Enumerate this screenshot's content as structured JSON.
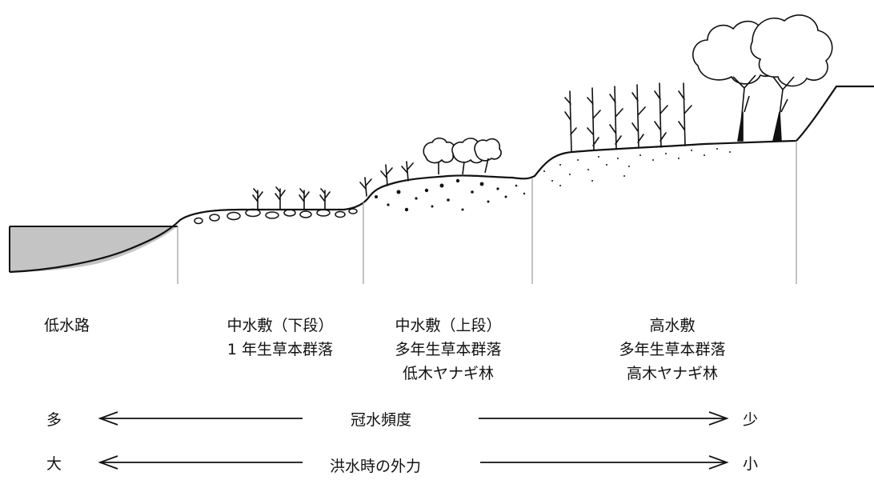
{
  "zones": [
    {
      "id": "low-channel",
      "lines": [
        "低水路"
      ]
    },
    {
      "id": "mid-lower",
      "lines": [
        "中水敷（下段）",
        "1 年生草本群落"
      ]
    },
    {
      "id": "mid-upper",
      "lines": [
        "中水敷（上段）",
        "多年生草本群落",
        "低木ヤナギ林"
      ]
    },
    {
      "id": "high-floodplain",
      "lines": [
        "高水敷",
        "多年生草本群落",
        "高木ヤナギ林"
      ]
    }
  ],
  "scales": [
    {
      "id": "inundation",
      "left": "多",
      "center": "冠水頻度",
      "right": "少"
    },
    {
      "id": "flood-force",
      "left": "大",
      "center": "洪水時の外力",
      "right": "小"
    }
  ],
  "colors": {
    "ink": "#111111",
    "water": "#c4c4c4",
    "divider": "#9a9a9a"
  }
}
